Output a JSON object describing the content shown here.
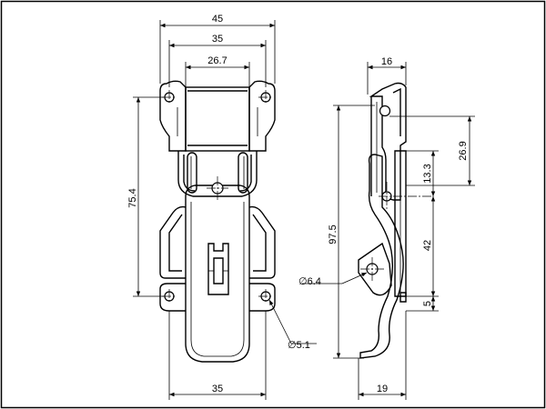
{
  "dimensions": {
    "front_overall_width": "45",
    "front_bracket_width": "35",
    "front_inner_width": "26.7",
    "front_hole_spacing": "75.4",
    "front_hole_diameter": "∅5.1",
    "front_base_width": "35",
    "side_top_depth": "16",
    "side_height": "97.5",
    "side_offset_a": "26.9",
    "side_offset_b": "13.3",
    "side_offset_c": "42",
    "side_offset_d": "5",
    "side_pivot_diameter": "∅6.4",
    "side_base_depth": "19"
  }
}
